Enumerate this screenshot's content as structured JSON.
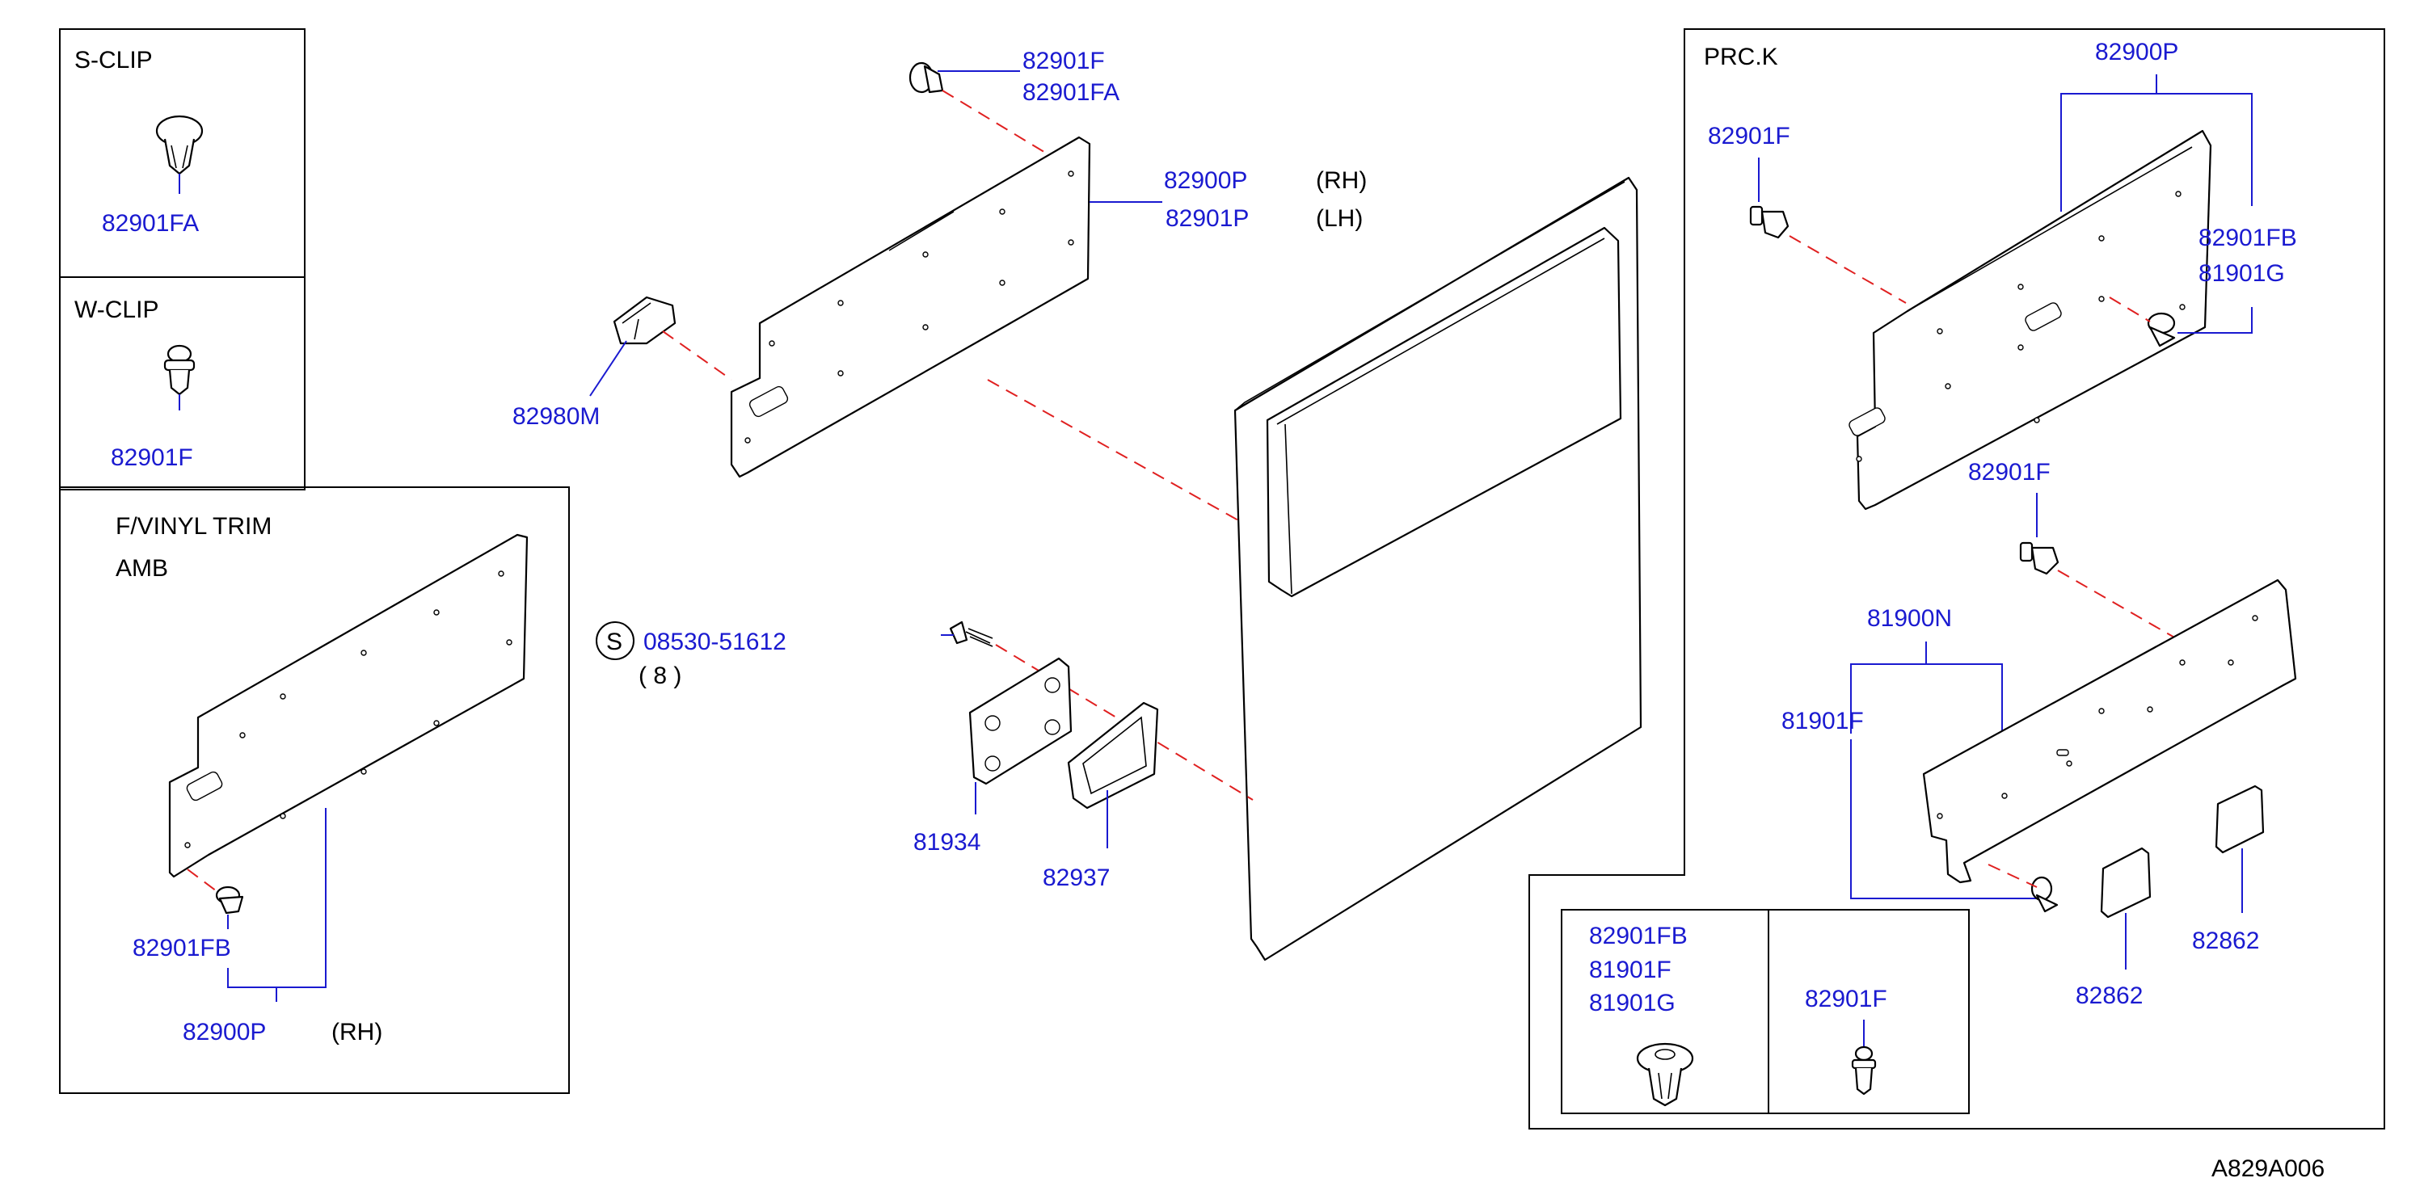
{
  "labels": {
    "sclip_title": "S-CLIP",
    "sclip_part": "82901FA",
    "wclip_title": "W-CLIP",
    "wclip_part": "82901F",
    "vinyl_title1": "F/VINYL   TRIM",
    "vinyl_title2": "AMB",
    "vinyl_clip": "82901FB",
    "vinyl_panel": "82900P",
    "vinyl_panel_side": "(RH)",
    "top_clip_1": "82901F",
    "top_clip_2": "82901FA",
    "main_panel_rh": "82900P",
    "main_panel_rh_side": "(RH)",
    "main_panel_lh": "82901P",
    "main_panel_lh_side": "(LH)",
    "handle_part": "82980M",
    "screw_symbol": "S",
    "screw_part": "08530-51612",
    "screw_qty": "(  8  )",
    "plate_part": "81934",
    "gasket_part": "82937",
    "prck_title": "PRC.K",
    "prck_panel": "82900P",
    "prck_clip_left": "82901F",
    "prck_clip_right1": "82901FB",
    "prck_clip_right2": "81901G",
    "prck_mid_clip": "82901F",
    "prck_lower_panel": "81900N",
    "prck_lower_clip": "81901F",
    "pad_part_1": "82862",
    "pad_part_2": "82862",
    "inset_left_1": "82901FB",
    "inset_left_2": "81901F",
    "inset_left_3": "81901G",
    "inset_right": "82901F",
    "drawing_code": "A829A006"
  }
}
